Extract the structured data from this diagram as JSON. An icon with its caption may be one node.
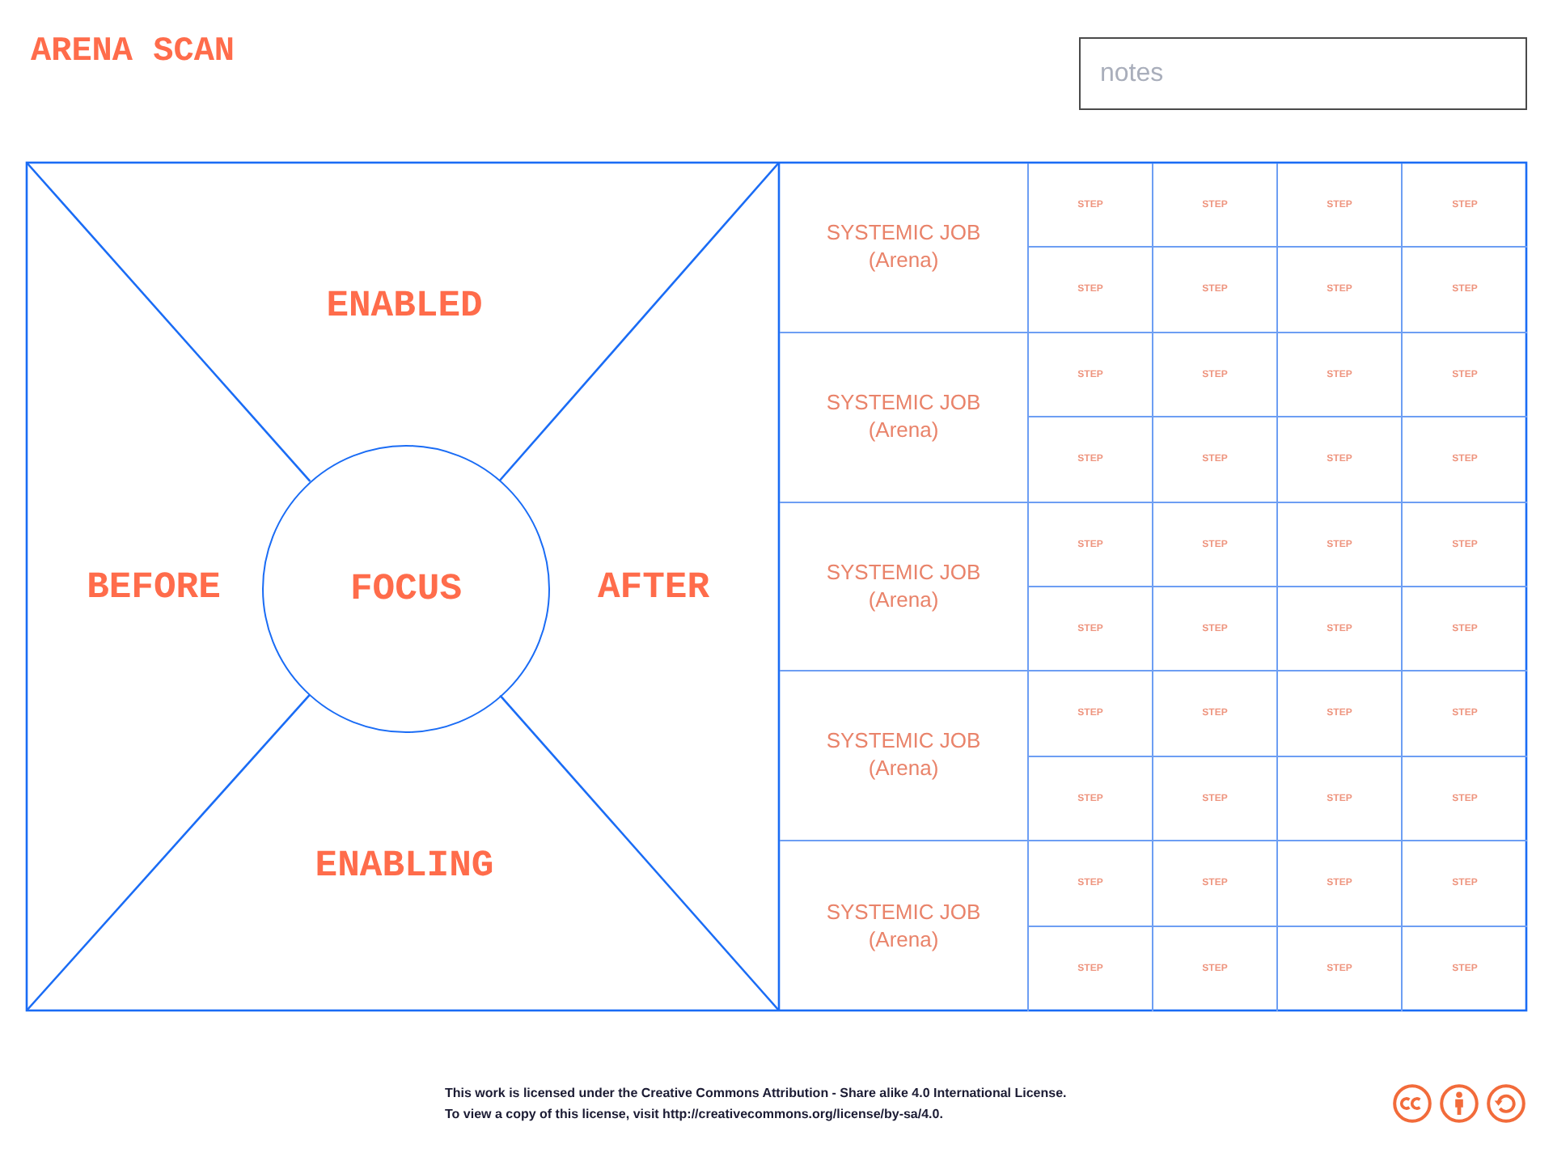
{
  "diagram": {
    "title": "ARENA SCAN",
    "nodes": [
      {
        "text": [
          "FOCUS"
        ]
      },
      {
        "text": [
          "notes"
        ]
      }
    ],
    "labels": [
      "ENABLED",
      "BEFORE",
      "AFTER",
      "ENABLING",
      "SYSTEMIC JOB (Arena)",
      "STEP",
      "STEP",
      "STEP",
      "STEP",
      "STEP",
      "STEP",
      "STEP",
      "STEP",
      "SYSTEMIC JOB (Arena)",
      "STEP",
      "STEP",
      "STEP",
      "STEP",
      "STEP",
      "STEP",
      "STEP",
      "STEP",
      "SYSTEMIC JOB (Arena)",
      "STEP",
      "STEP",
      "STEP",
      "STEP",
      "STEP",
      "STEP",
      "STEP",
      "STEP",
      "SYSTEMIC JOB (Arena)",
      "STEP",
      "STEP",
      "STEP",
      "STEP",
      "STEP",
      "STEP",
      "STEP",
      "STEP",
      "SYSTEMIC JOB (Arena)",
      "STEP",
      "STEP",
      "STEP",
      "STEP",
      "STEP",
      "STEP",
      "STEP",
      "STEP",
      "This work is licensed under the Creative Commons Attribution - Share alike 4.0 International License.",
      "To view a copy of this license, visit http://creativecommons.org/license/by-sa/4.0."
    ]
  }
}
